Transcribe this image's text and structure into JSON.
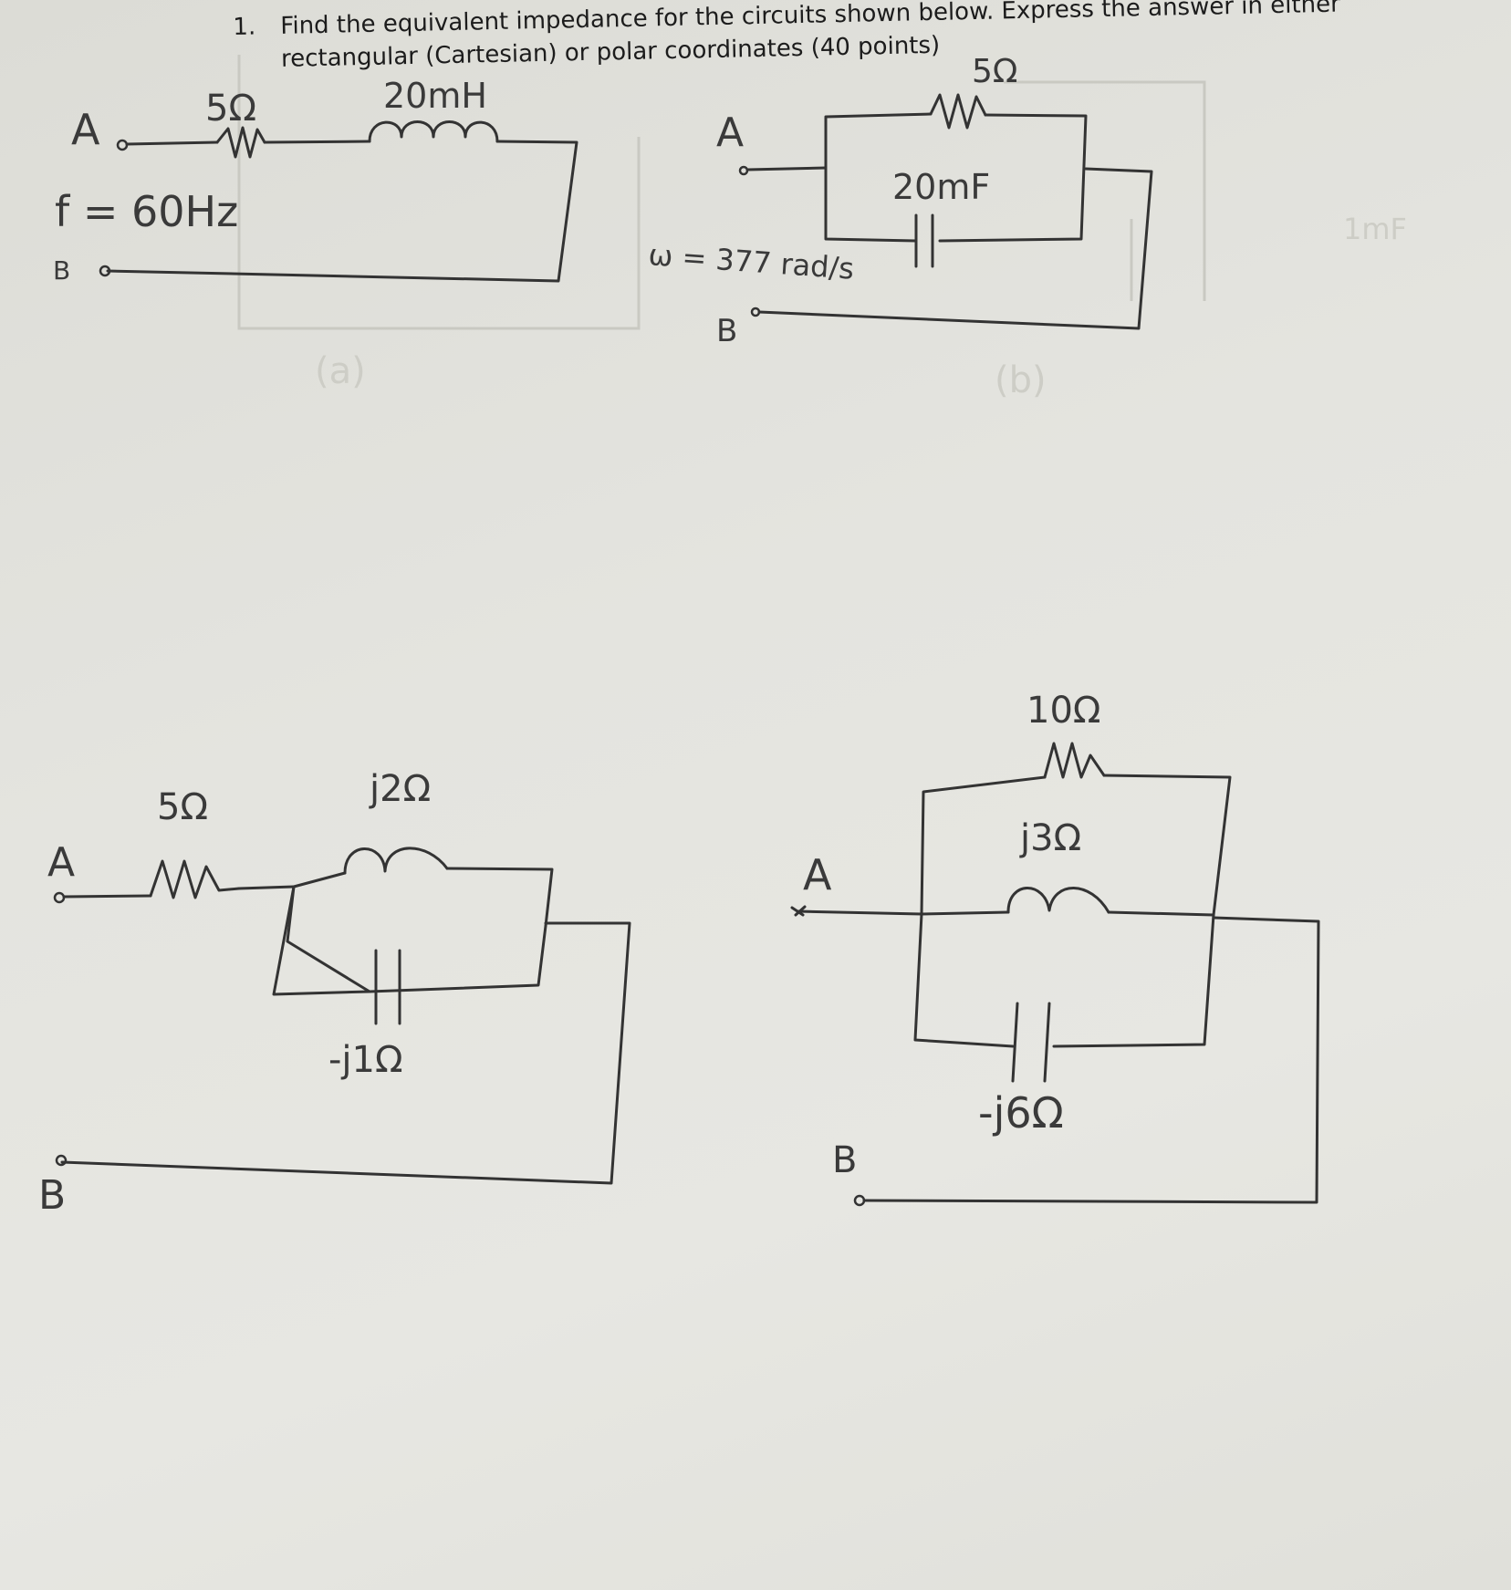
{
  "question": {
    "number": "1.",
    "text": "Find the equivalent impedance for the circuits shown below. Express the answer in either rectangular (Cartesian) or polar coordinates (40 points)"
  },
  "circuit_a": {
    "terminal_a": "A",
    "terminal_b": "B",
    "resistor": "5Ω",
    "inductor": "20mH",
    "frequency": "f = 60Hz"
  },
  "circuit_b": {
    "terminal_a": "A",
    "terminal_b": "B",
    "resistor": "5Ω",
    "capacitor": "20mF",
    "omega": "ω = 377 rad/s"
  },
  "circuit_c": {
    "terminal_a": "A",
    "terminal_b": "B",
    "resistor": "5Ω",
    "inductor": "j2Ω",
    "capacitor": "-j1Ω"
  },
  "circuit_d": {
    "terminal_a": "A",
    "terminal_b": "B",
    "resistor": "10Ω",
    "inductor": "j3Ω",
    "capacitor": "-j6Ω"
  },
  "ghost_labels": {
    "a": "(a)",
    "b": "(b)",
    "right": "1mF"
  }
}
